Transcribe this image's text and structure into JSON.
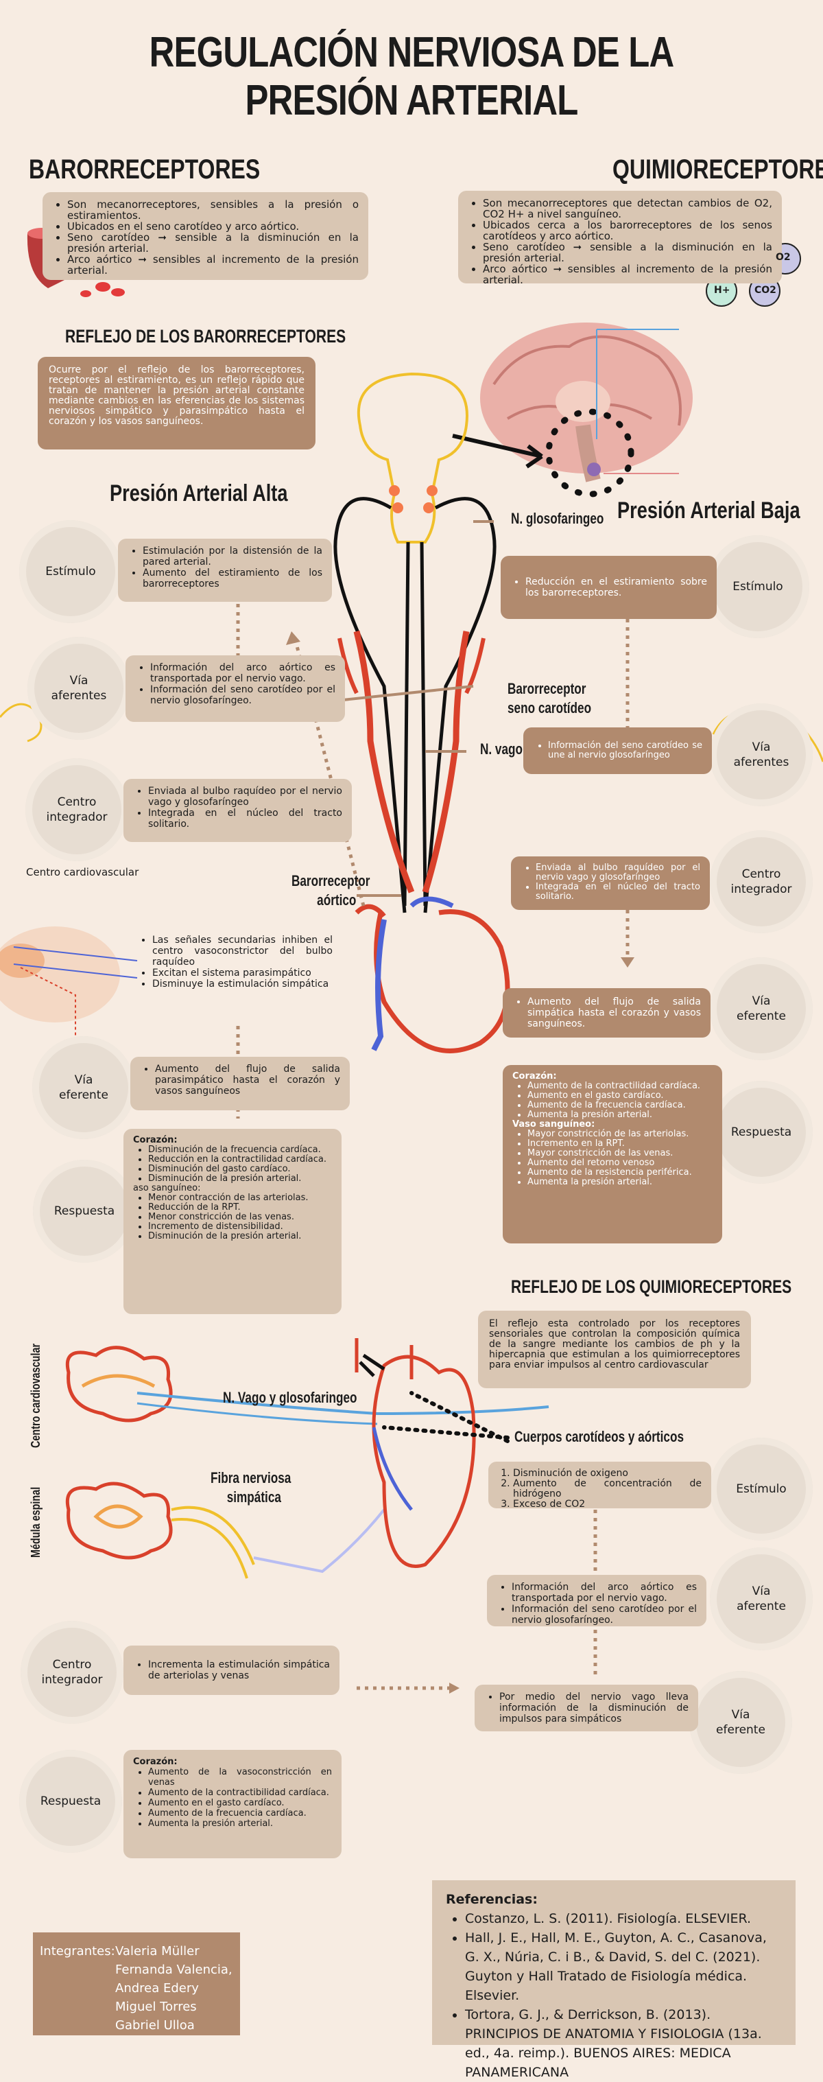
{
  "title": "REGULACIÓN NERVIOSA DE LA PRESIÓN ARTERIAL",
  "baro": {
    "heading": "BARORRECEPTORES",
    "items": [
      "Son mecanorreceptores, sensibles a la presión o estiramientos.",
      "Ubicados en el seno carotídeo y arco aórtico.",
      "Seno carotídeo ➞ sensible a la disminución en la presión arterial.",
      "Arco aórtico ➞ sensibles al incremento de la presión arterial."
    ]
  },
  "quimio": {
    "heading": "QUIMIORECEPTORES",
    "items": [
      "Son mecanorreceptores que detectan cambios de O2, CO2 H+ a nivel sanguíneo.",
      "Ubicados cerca a los barorreceptores de los senos carotídeos y arco aórtico.",
      "Seno carotídeo ➞ sensible a la disminución en la presión arterial.",
      "Arco aórtico ➞ sensibles al incremento de la presión arterial."
    ],
    "bubbles": [
      "O2",
      "H+",
      "CO2"
    ]
  },
  "reflejo_baro": {
    "heading": "REFLEJO DE LOS BARORRECEPTORES",
    "text": "Ocurre por el reflejo de los barorreceptores, receptores al estiramiento, es un reflejo rápido que tratan de mantener la presión arterial constante mediante cambios en las eferencias de los sistemas nerviosos simpático y parasimpático hasta el corazón y los vasos sanguíneos."
  },
  "alta": {
    "heading": "Presión Arterial Alta",
    "estimulo_label": "Estímulo",
    "estimulo_items": [
      "Estimulación por la distensión de la pared arterial.",
      "Aumento del estiramiento de los barorreceptores"
    ],
    "aferente_label1": "Vía",
    "aferente_label2": "aferentes",
    "aferente_items": [
      "Información del arco aórtico es transportada por el nervio vago.",
      "Información del seno carotídeo por el nervio glosofaríngeo."
    ],
    "centro_label1": "Centro",
    "centro_label2": "integrador",
    "centro_items": [
      "Enviada al bulbo raquídeo por el nervio vago y glosofaríngeo",
      "Integrada en el núcleo del tracto solitario."
    ],
    "centro_cv": "Centro cardiovascular",
    "senales_items": [
      "Las señales secundarias inhiben el centro vasoconstrictor del bulbo raquídeo",
      "Excitan el sistema parasimpático",
      "Disminuye la estimulación simpática"
    ],
    "eferente_label1": "Vía",
    "eferente_label2": "eferente",
    "eferente_items": [
      "Aumento del flujo de salida parasimpático hasta el corazón y vasos sanguíneos"
    ],
    "respuesta_label": "Respuesta",
    "respuesta_corazon": "Corazón:",
    "respuesta_corazon_items": [
      "Disminución de la frecuencia cardíaca.",
      "Reducción en la contractilidad cardíaca.",
      "Disminución del gasto cardíaco.",
      "Disminución de la presión arterial."
    ],
    "respuesta_vaso": "aso sanguíneo:",
    "respuesta_vaso_items": [
      "Menor contracción de las arteriolas.",
      "Reducción de la RPT.",
      "Menor constricción de las venas.",
      "Incremento de distensibilidad.",
      "Disminución de la presión arterial."
    ]
  },
  "baja": {
    "heading": "Presión Arterial Baja",
    "estimulo_label": "Estímulo",
    "estimulo_items": [
      "Reducción en el estiramiento sobre los barorreceptores."
    ],
    "aferente_label1": "Vía",
    "aferente_label2": "aferentes",
    "aferente_items": [
      "Información del seno carotídeo se une al nervio glosofaríngeo"
    ],
    "centro_label1": "Centro",
    "centro_label2": "integrador",
    "centro_items": [
      "Enviada al bulbo raquídeo por el nervio vago y glosofaríngeo",
      "Integrada en el núcleo del tracto solitario."
    ],
    "eferente_label1": "Vía",
    "eferente_label2": "eferente",
    "eferente_items": [
      "Aumento del flujo de salida simpática hasta el corazón y vasos sanguíneos."
    ],
    "respuesta_label": "Respuesta",
    "respuesta_corazon": "Corazón:",
    "respuesta_corazon_items": [
      "Aumento de la contractilidad cardíaca.",
      "Aumento en el gasto cardíaco.",
      "Aumento de la frecuencia cardíaca.",
      "Aumenta la presión arterial."
    ],
    "respuesta_vaso": "Vaso sanguíneo:",
    "respuesta_vaso_items": [
      "Mayor constricción de las arteriolas.",
      "Incremento en la RPT.",
      "Mayor constricción de las venas.",
      "Aumento del retorno venoso",
      "Aumento de la resistencia periférica.",
      "Aumenta la presión arterial."
    ]
  },
  "labels": {
    "glosofaringeo": "N. glosofaringeo",
    "baro_seno1": "Barorreceptor",
    "baro_seno2": "seno carotídeo",
    "vago": "N. vago",
    "baro_aortico1": "Barorreceptor",
    "baro_aortico2": "aórtico",
    "vago_glosofaringeo": "N. Vago y glosofaringeo",
    "fibra1": "Fibra nerviosa",
    "fibra2": "simpática",
    "cuerpos": "Cuerpos carotídeos y aórticos",
    "centro_cardiovascular_v": "Centro cardiovascular",
    "medula_v": "Médula espinal"
  },
  "reflejo_quimio": {
    "heading": "REFLEJO DE LOS QUIMIORECEPTORES",
    "text": "El reflejo esta controlado por los receptores sensoriales que controlan la composición química de la sangre mediante los cambios de ph y la hipercapnia que estimulan a los quimiorreceptores para enviar impulsos al centro cardiovascular",
    "estimulo_label": "Estímulo",
    "estimulo_items": [
      "Disminución de oxigeno",
      "Aumento de concentración de hidrógeno",
      "Exceso de CO2"
    ],
    "aferente_label1": "Vía",
    "aferente_label2": "aferente",
    "aferente_items": [
      "Información del arco aórtico es transportada por el nervio vago.",
      "Información del seno carotídeo por el nervio glosofaríngeo."
    ],
    "eferente_label1": "Vía",
    "eferente_label2": "eferente",
    "eferente_items": [
      "Por medio del nervio vago lleva información de la disminución de impulsos para simpáticos"
    ],
    "centro_label1": "Centro",
    "centro_label2": "integrador",
    "centro_items": [
      "Incrementa la estimulación simpática de arteriolas y venas"
    ],
    "respuesta_label": "Respuesta",
    "respuesta_corazon": "Corazón:",
    "respuesta_items": [
      "Aumento de la vasoconstricción en venas",
      "Aumento de la contractibilidad cardíaca.",
      "Aumento en el gasto cardíaco.",
      "Aumento de la frecuencia cardíaca.",
      "Aumenta la presión arterial."
    ]
  },
  "referencias": {
    "heading": "Referencias:",
    "items": [
      "Costanzo, L. S. (2011). Fisiología. ELSEVIER.",
      "Hall, J. E., Hall, M. E., Guyton, A. C., Casanova, G. X., Núria, C. i B., & David, S. del C. (2021). Guyton y Hall Tratado de Fisiología médica. Elsevier.",
      "Tortora, G. J., & Derrickson, B. (2013). PRINCIPIOS DE ANATOMIA Y FISIOLOGIA (13a. ed., 4a. reimp.). BUENOS AIRES: MEDICA PANAMERICANA"
    ]
  },
  "integrantes": {
    "label": "Integrantes:",
    "names": [
      "Valeria Müller",
      "Fernanda Valencia,",
      "Andrea Edery",
      "Miguel Torres",
      "Gabriel Ulloa"
    ]
  },
  "colors": {
    "box": "#d9c6b3",
    "box_dark": "#b18a6e",
    "bg": "#f7ece2",
    "artery": "#d9412b",
    "vein": "#4d63d6",
    "nerve": "#111111",
    "brain": "#e9a6a6",
    "spine": "#f3d78a"
  }
}
